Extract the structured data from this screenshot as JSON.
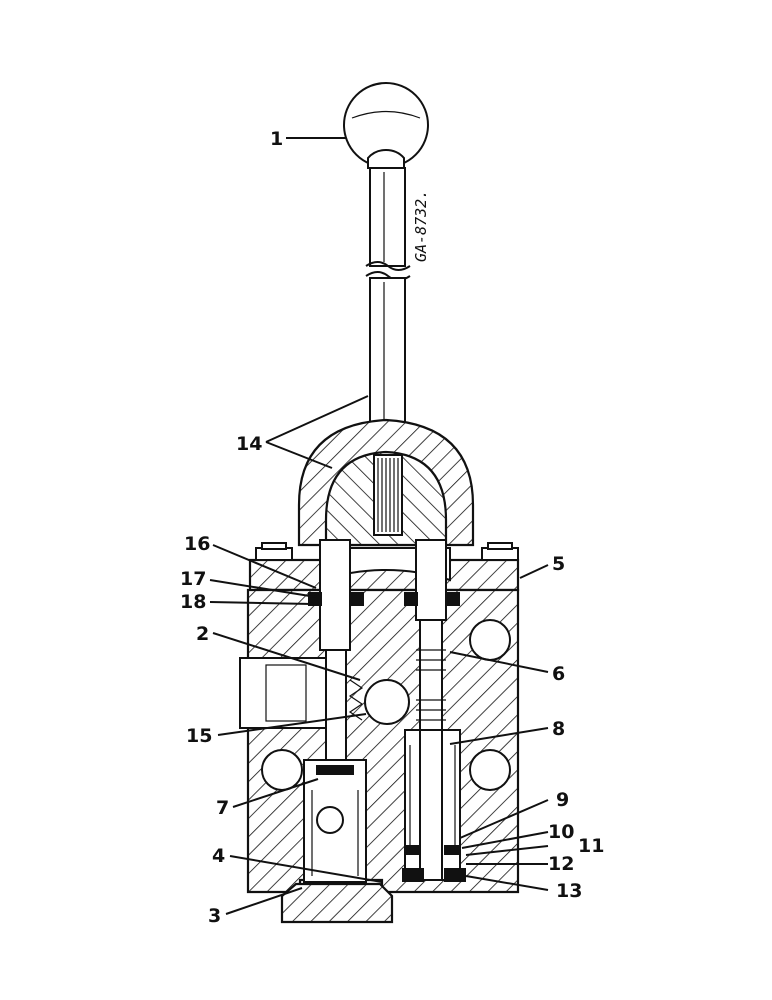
{
  "drawing_code": "GA-8732.",
  "callouts": {
    "c1": "1",
    "c2": "2",
    "c3": "3",
    "c4": "4",
    "c5": "5",
    "c6": "6",
    "c7": "7",
    "c8": "8",
    "c9": "9",
    "c10": "10",
    "c11": "11",
    "c12": "12",
    "c13": "13",
    "c14": "14",
    "c15": "15",
    "c16": "16",
    "c17": "17",
    "c18": "18"
  }
}
